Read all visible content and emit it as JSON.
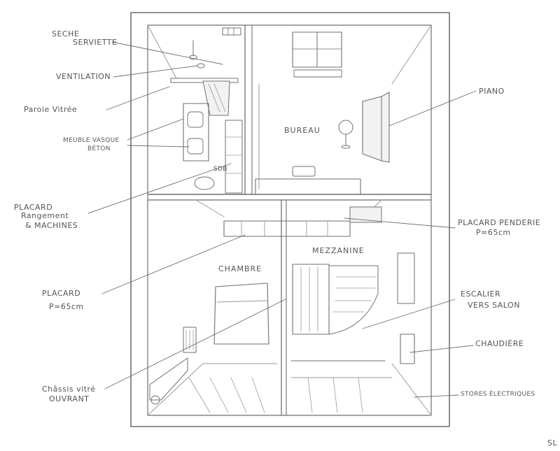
{
  "labels": {
    "seche_serviette": [
      "SECHE",
      "SERVIETTE"
    ],
    "ventilation": "VENTILATION",
    "paroi_vitree": "Paroie Vitrée",
    "meuble_vasque": [
      "MEUBLE VASQUE",
      "BÉTON"
    ],
    "placard_rangement": [
      "PLACARD",
      "Rangement",
      "& MACHINES"
    ],
    "placard": [
      "PLACARD",
      "P=65cm"
    ],
    "chassis_vitre": [
      "Châssis vitré",
      "OUVRANT"
    ],
    "piano": "PIANO",
    "placard_penderie": [
      "PLACARD PENDERIE",
      "P=65cm"
    ],
    "escalier": [
      "ESCALIER",
      "VERS SALON"
    ],
    "chaudiere": "CHAUDIÈRE",
    "stores": "STORES ÉLECTRIQUES"
  },
  "rooms": {
    "bureau": "BUREAU",
    "mezzanine": "MEZZANINE",
    "chambre": "CHAMBRE",
    "sdb": "SDB"
  },
  "signature": "SL"
}
